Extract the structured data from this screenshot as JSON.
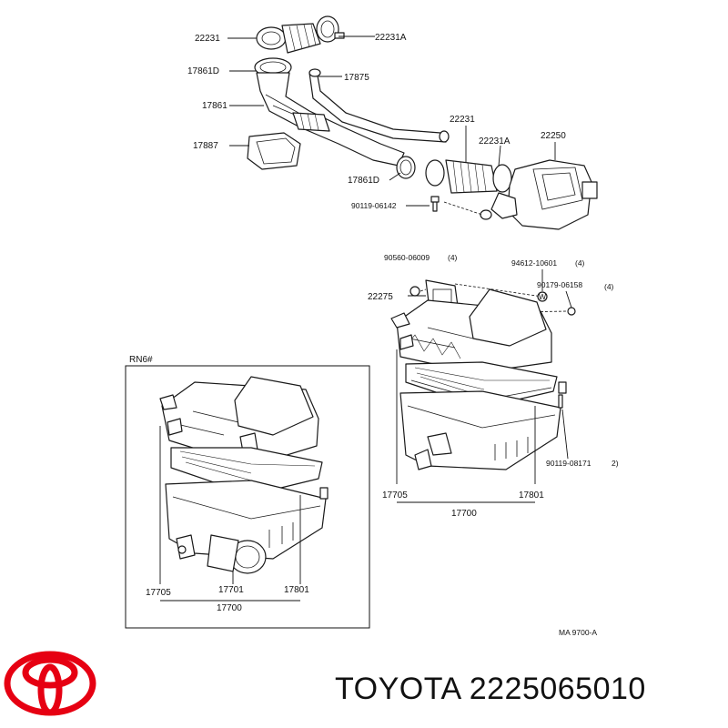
{
  "diagram": {
    "labels": {
      "l_22231_top": "22231",
      "l_22231A_top": "22231A",
      "l_17861D_top": "17861D",
      "l_17875": "17875",
      "l_17861": "17861",
      "l_17887": "17887",
      "l_22231_mid": "22231",
      "l_22231A_mid": "22231A",
      "l_22250": "22250",
      "l_17861D_mid": "17861D",
      "l_90119_06142": "90119-06142",
      "l_90560_06009": "90560-06009",
      "l_q4a": "(4)",
      "l_94612_10601": "94612-10601",
      "l_q4b": "(4)",
      "l_90179_06158": "90179-06158",
      "l_q4c": "(4)",
      "l_22275": "22275",
      "l_rn6": "RN6#",
      "l_90119_08171": "90119-08171",
      "l_q2": "2)",
      "l_17705_r": "17705",
      "l_17801_r": "17801",
      "l_17700_r": "17700",
      "l_17705_l": "17705",
      "l_17701_l": "17701",
      "l_17801_l": "17801",
      "l_17700_l": "17700",
      "l_ma": "MA  9700-A",
      "l_w": "W"
    },
    "colors": {
      "logo_red": "#e60012",
      "ink": "#111111"
    }
  },
  "brand": {
    "text": "TOYOTA 2225065010",
    "logo": "toyota-logo"
  }
}
